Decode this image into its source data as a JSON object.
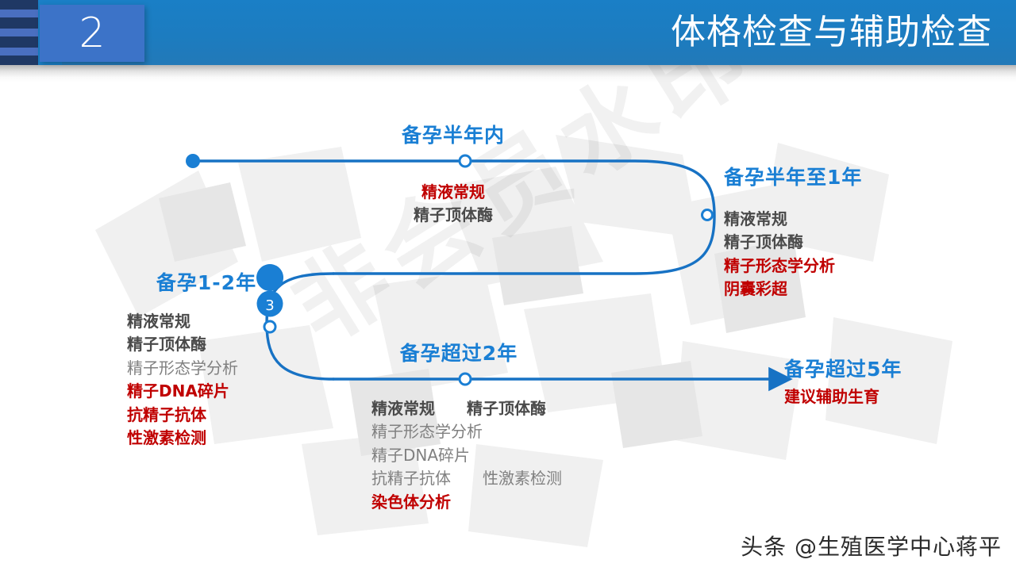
{
  "header": {
    "number": "2",
    "title": "体格检查与辅助检查",
    "accent_color": "#1a7fc6",
    "number_box_color": "#3c73c8"
  },
  "watermark": {
    "text": "非会员水印"
  },
  "timeline": {
    "line_color": "#1772c4",
    "node_color": "#1a7fd4",
    "marker_label": "3",
    "stages": [
      {
        "id": "6-months",
        "title": "备孕半年内",
        "items": [
          {
            "text": "精液常规",
            "style": "red"
          },
          {
            "text": "精子顶体酶",
            "style": "gray-dark-bold"
          }
        ]
      },
      {
        "id": "6-months-to-1-year",
        "title": "备孕半年至1年",
        "items": [
          {
            "text": "精液常规",
            "style": "gray-dark-bold"
          },
          {
            "text": "精子顶体酶",
            "style": "gray-dark-bold"
          },
          {
            "text": "精子形态学分析",
            "style": "red"
          },
          {
            "text": "阴囊彩超",
            "style": "red"
          }
        ]
      },
      {
        "id": "1-to-2-years",
        "title": "备孕1-2年",
        "items": [
          {
            "text": "精液常规",
            "style": "gray-dark-bold"
          },
          {
            "text": "精子顶体酶",
            "style": "gray-dark-bold"
          },
          {
            "text": "精子形态学分析",
            "style": "gray-light"
          },
          {
            "text": "精子DNA碎片",
            "style": "red"
          },
          {
            "text": "抗精子抗体",
            "style": "red"
          },
          {
            "text": "性激素检测",
            "style": "red"
          }
        ]
      },
      {
        "id": "over-2-years",
        "title": "备孕超过2年",
        "rows": [
          {
            "cells": [
              "精液常规",
              "精子顶体酶"
            ],
            "style": "gray-dark-bold"
          },
          {
            "cells": [
              "精子形态学分析"
            ],
            "style": "gray-light"
          },
          {
            "cells": [
              "精子DNA碎片"
            ],
            "style": "gray-light"
          },
          {
            "cells": [
              "抗精子抗体",
              "性激素检测"
            ],
            "style": "gray-light"
          },
          {
            "cells": [
              "染色体分析"
            ],
            "style": "red"
          }
        ]
      },
      {
        "id": "over-5-years",
        "title": "备孕超过5年",
        "items": [
          {
            "text": "建议辅助生育",
            "style": "red"
          }
        ]
      }
    ]
  },
  "credit": "头条 @生殖医学中心蒋平",
  "colors": {
    "red": "#c00000",
    "blue": "#1a7fd4",
    "gray_dark": "#4a4a4a",
    "gray_light": "#808080"
  }
}
